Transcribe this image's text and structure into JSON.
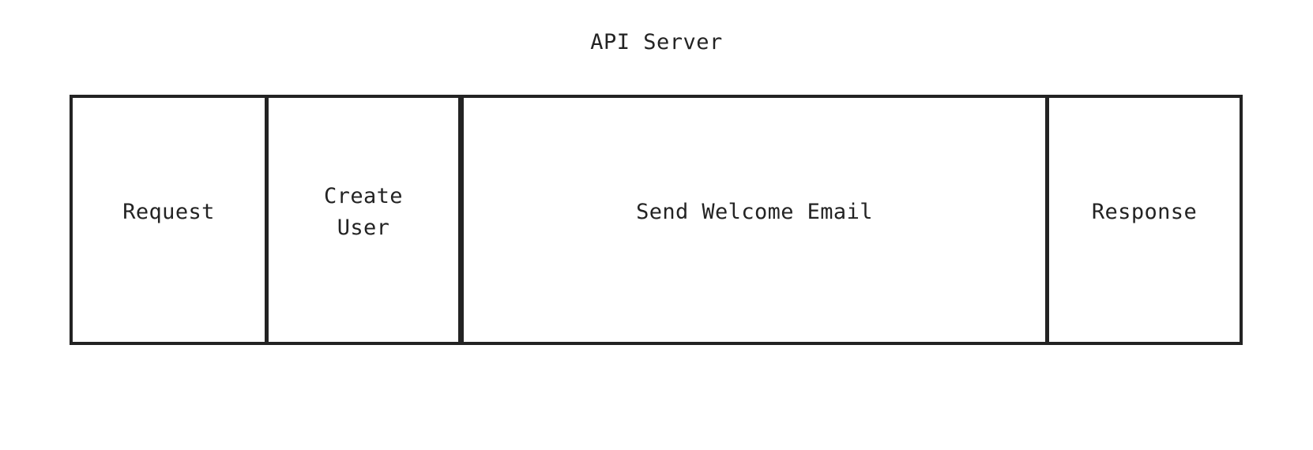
{
  "diagram": {
    "type": "timeline-bar",
    "title": "API Server",
    "background_color": "#ffffff",
    "stroke_color": "#232323",
    "text_color": "#232323",
    "segments": [
      {
        "label": "Request",
        "name": "request"
      },
      {
        "label": "Create\nUser",
        "name": "create-user"
      },
      {
        "label": "Send Welcome Email",
        "name": "send-welcome-email"
      },
      {
        "label": "Response",
        "name": "response"
      }
    ]
  }
}
